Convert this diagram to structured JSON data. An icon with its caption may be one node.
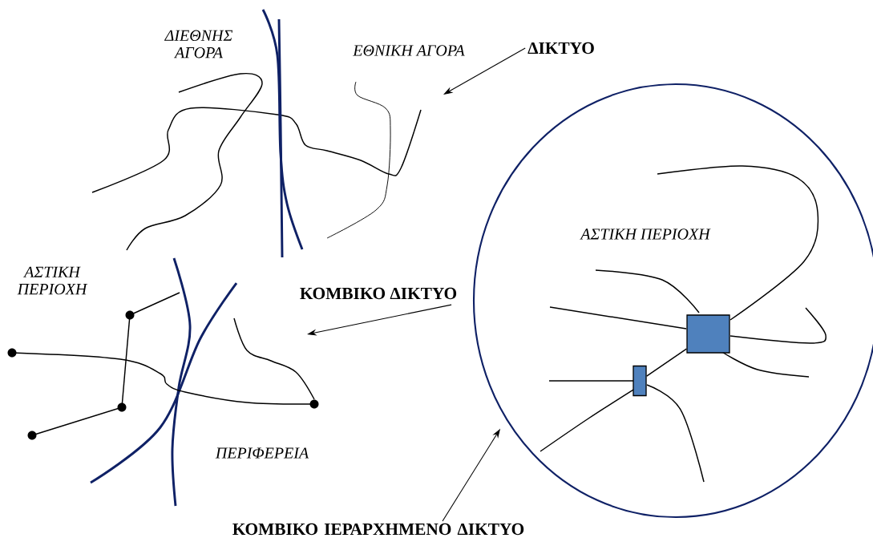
{
  "diagram": {
    "nodes": [
      {
        "text": [
          "ΔΙΚΤΥΟ"
        ]
      },
      {
        "text": [
          "ΚΟΜΒΙΚΟ ΔΙΚΤΥΟ"
        ]
      },
      {
        "text": [
          "ΚΟΜΒΙΚΟ ΙΕΡΑΡΧΗΜΕΝΟ ΔΙΚΤΥΟ"
        ]
      },
      {
        "text": [
          "ΑΣΤΙΚΗ ΠΕΡΙΟΧΗ"
        ]
      },
      {
        "text": [],
        "shape": "box",
        "in": 3
      },
      {
        "text": [],
        "shape": "box",
        "in": 3
      }
    ],
    "edges": [
      {
        "from": 0,
        "to": null,
        "arrow": "to"
      },
      {
        "from": 1,
        "to": null,
        "arrow": "to"
      },
      {
        "from": 2,
        "to": 3,
        "arrow": "to"
      },
      {
        "from": 5,
        "to": 4,
        "arrow": "none"
      }
    ],
    "labels": [
      "ΔΙΕΘΝΗΣ ΑΓΟΡΑ",
      "ΕΘΝΙΚΗ ΑΓΟΡΑ",
      "ΑΣΤΙΚΗ ΠΕΡΙΟΧΗ",
      "ΠΕΡΙΦΕΡΕΙΑ"
    ]
  }
}
